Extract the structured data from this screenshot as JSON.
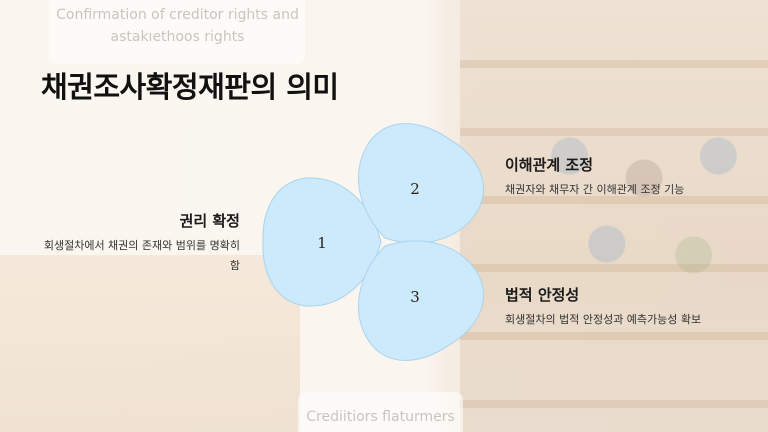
{
  "background": {
    "top_caption": "Confirmation of creditor rights and astakıethoos rights",
    "bottom_caption": "Crediitiors flaturmers"
  },
  "title": "채권조사확정재판의 의미",
  "items": [
    {
      "number": "1",
      "heading": "권리 확정",
      "description": "회생절차에서 채권의 존재와 범위를 명확히 함"
    },
    {
      "number": "2",
      "heading": "이해관계 조정",
      "description": "채권자와 채무자 간 이해관계 조정 기능"
    },
    {
      "number": "3",
      "heading": "법적 안정성",
      "description": "회생절차의 법적 안정성과 예측가능성 확보"
    }
  ],
  "colors": {
    "petal_fill": "#cdeafc",
    "petal_stroke": "#a9d3ee"
  }
}
